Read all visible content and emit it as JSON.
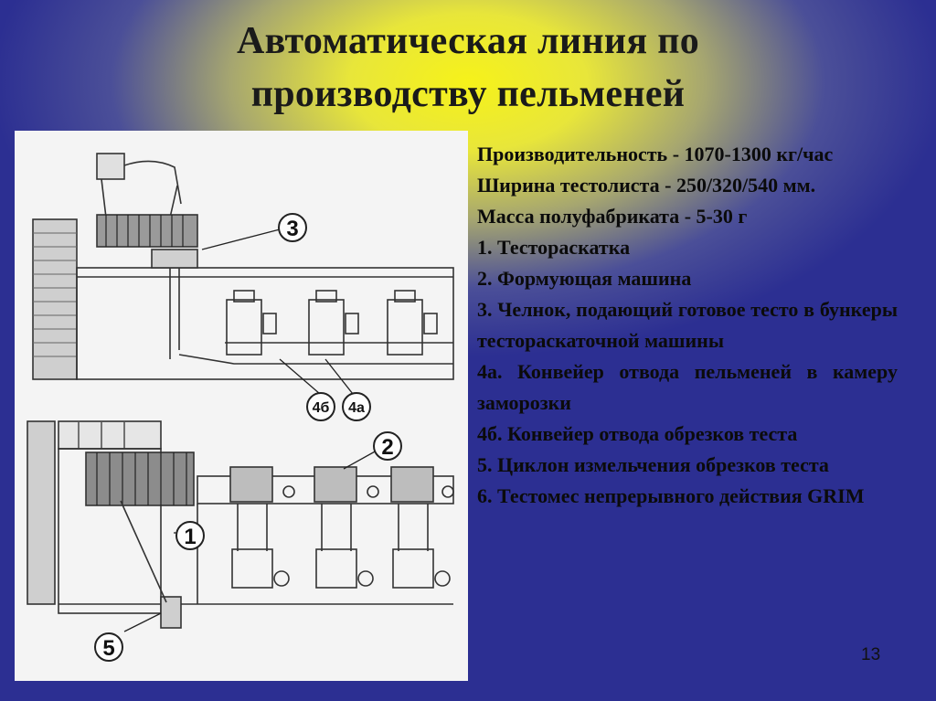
{
  "slide": {
    "title_line1": "Автоматическая линия по",
    "title_line2": "производству пельменей",
    "page_number": "13"
  },
  "specs": [
    "Производительность - 1070-1300 кг/час",
    "Ширина тестолиста - 250/320/540 мм.",
    "Масса полуфабриката - 5-30 г",
    "1. Тестораскатка",
    "2. Формующая машина",
    "3. Челнок, подающий готовое тесто в бункеры тестораскаточной машины",
    "4а. Конвейер отвода пельменей в камеру заморозки",
    "4б. Конвейер отвода обрезков теста",
    "5. Циклон измельчения обрезков теста",
    "6. Тестомес непрерывного действия GRIM"
  ],
  "diagram_callouts": {
    "c3": "3",
    "c4b": "4б",
    "c4a": "4а",
    "c2": "2",
    "c1": "1",
    "c5": "5"
  }
}
